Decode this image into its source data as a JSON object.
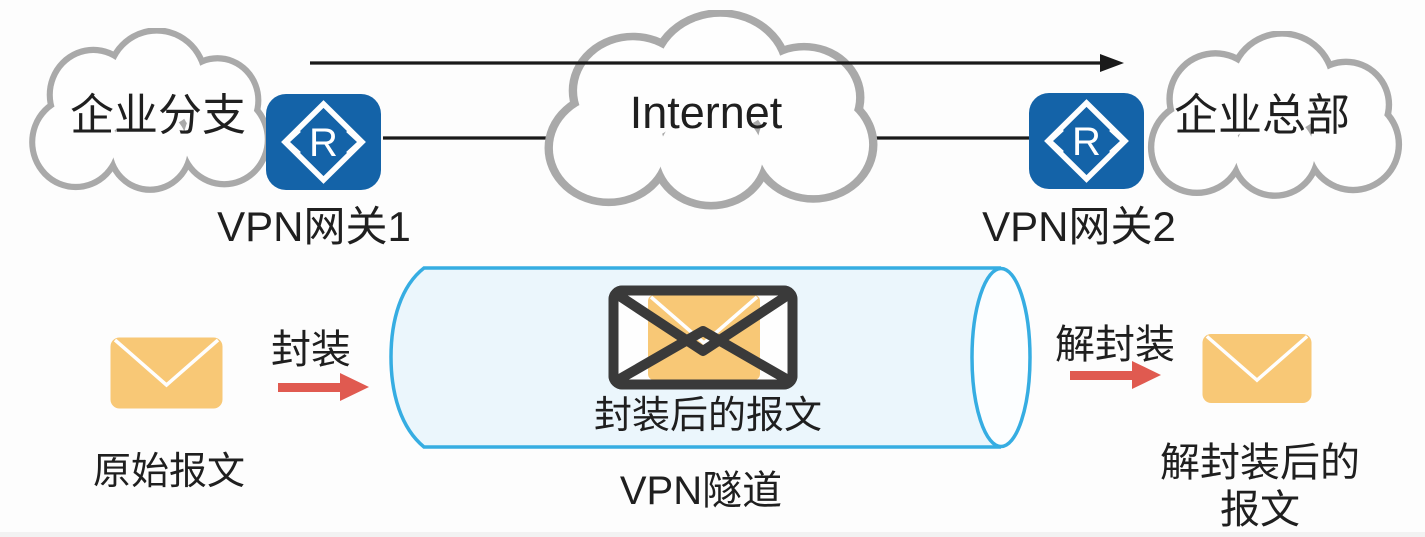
{
  "colors": {
    "router_blue": "#1463A8",
    "cloud_stroke": "#A9A9A9",
    "line_black": "#1A1A1A",
    "tunnel_stroke": "#36ADE2",
    "tunnel_fill": "#EBF6FC",
    "envelope_yellow": "#F8C876",
    "envelope_dark": "#3A3A3A",
    "arrow_red": "#E05A50",
    "text_color": "#1F1F1F"
  },
  "network": {
    "branch_cloud": "企业分支",
    "internet_cloud": "Internet",
    "hq_cloud": "企业总部",
    "gateway1": "VPN网关1",
    "gateway2": "VPN网关2",
    "router_letter": "R"
  },
  "tunnel": {
    "label": "VPN隧道",
    "encapsulated_packet": "封装后的报文"
  },
  "packets": {
    "original": "原始报文",
    "encapsulate_action": "封装",
    "decapsulate_action": "解封装",
    "decapsulated_line1": "解封装后的",
    "decapsulated_line2": "报文"
  }
}
